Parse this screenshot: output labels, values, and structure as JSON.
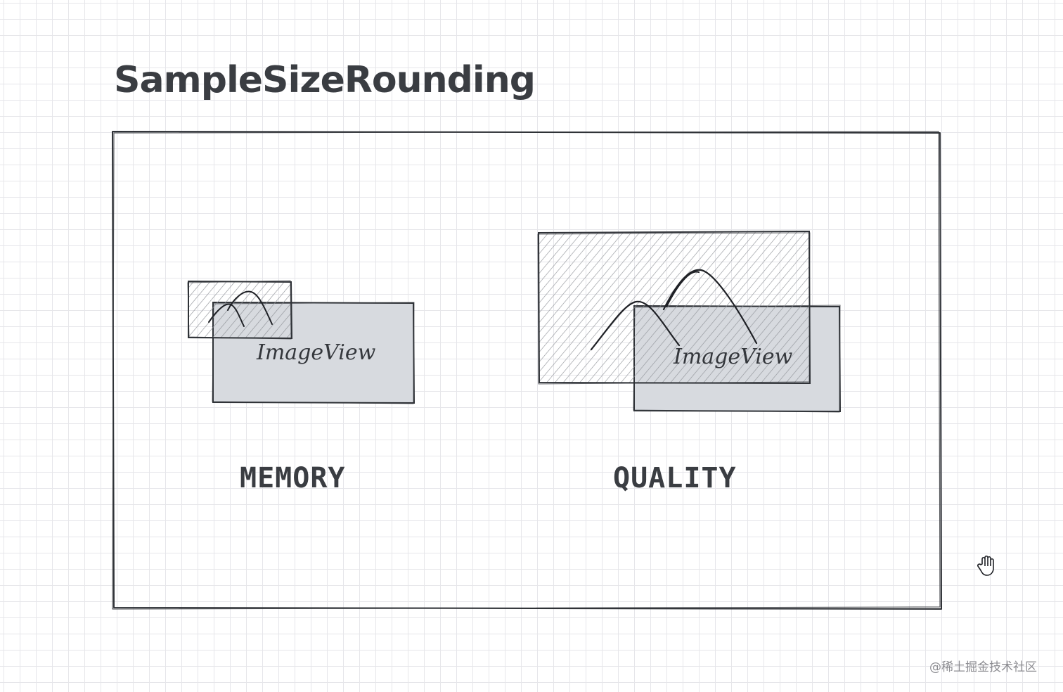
{
  "title": "SampleSizeRounding",
  "panels": {
    "memory": {
      "label": "MEMORY",
      "imageview_label": "ImageView"
    },
    "quality": {
      "label": "QUALITY",
      "imageview_label": "ImageView"
    }
  },
  "watermark": "@稀土掘金技术社区",
  "icons": {
    "cursor": "hand-cursor-icon",
    "mountain": "mountain-image-icon"
  },
  "colors": {
    "stroke": "#2f3237",
    "imageview_fill": "#d7dadf",
    "hatch": "#8e9197",
    "grid": "#e6e6ea"
  }
}
